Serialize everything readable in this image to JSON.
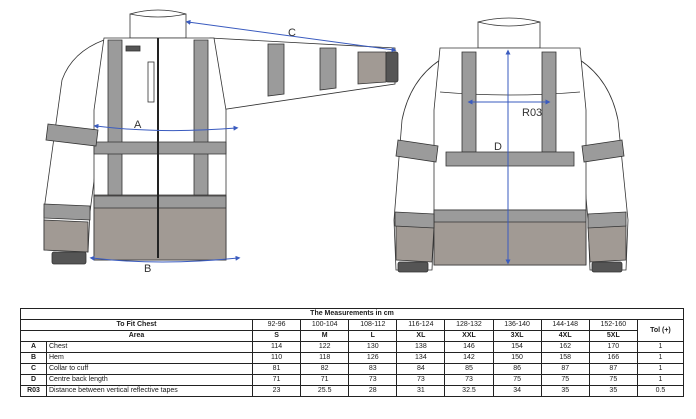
{
  "diagram": {
    "labels": {
      "chest": "A",
      "hem": "B",
      "collar_to_cuff": "C",
      "centre_back": "D",
      "tape_distance": "R03"
    }
  },
  "table": {
    "title": "The Measurements in cm",
    "fit_label": "To Fit Chest",
    "area_label": "Area",
    "tol_label": "Tol (+)",
    "chest_ranges": [
      "92-96",
      "100-104",
      "108-112",
      "116-124",
      "128-132",
      "136-140",
      "144-148",
      "152-160"
    ],
    "sizes": [
      "S",
      "M",
      "L",
      "XL",
      "XXL",
      "3XL",
      "4XL",
      "5XL"
    ],
    "rows": [
      {
        "code": "A",
        "area": "Chest",
        "values": [
          "114",
          "122",
          "130",
          "138",
          "146",
          "154",
          "162",
          "170"
        ],
        "tol": "1"
      },
      {
        "code": "B",
        "area": "Hem",
        "values": [
          "110",
          "118",
          "126",
          "134",
          "142",
          "150",
          "158",
          "166"
        ],
        "tol": "1"
      },
      {
        "code": "C",
        "area": "Collar to cuff",
        "values": [
          "81",
          "82",
          "83",
          "84",
          "85",
          "86",
          "87",
          "87"
        ],
        "tol": "1"
      },
      {
        "code": "D",
        "area": "Centre back length",
        "values": [
          "71",
          "71",
          "73",
          "73",
          "73",
          "75",
          "75",
          "75"
        ],
        "tol": "1"
      },
      {
        "code": "R03",
        "area": "Distance between vertical reflective tapes",
        "values": [
          "23",
          "25.5",
          "28",
          "31",
          "32.5",
          "34",
          "35",
          "35"
        ],
        "tol": "0.5"
      }
    ]
  }
}
